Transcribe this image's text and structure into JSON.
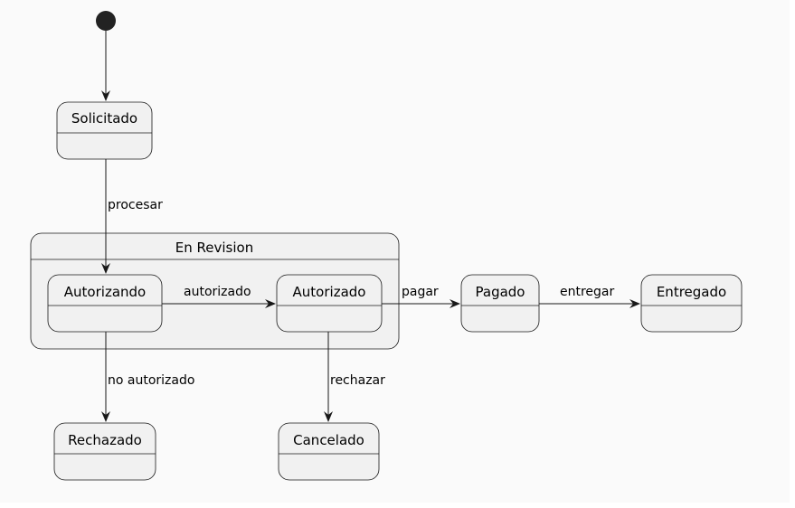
{
  "diagram": {
    "states": {
      "solicitado": "Solicitado",
      "autorizando": "Autorizando",
      "autorizado": "Autorizado",
      "pagado": "Pagado",
      "entregado": "Entregado",
      "rechazado": "Rechazado",
      "cancelado": "Cancelado"
    },
    "composite": {
      "title": "En Revision"
    },
    "transitions": {
      "procesar": "procesar",
      "autorizado": "autorizado",
      "pagar": "pagar",
      "entregar": "entregar",
      "no_autorizado": "no autorizado",
      "rechazar": "rechazar"
    },
    "colors": {
      "state_fill": "#f1f1f1",
      "border": "#181818",
      "initial": "#222222",
      "background": "#fafafa"
    }
  }
}
